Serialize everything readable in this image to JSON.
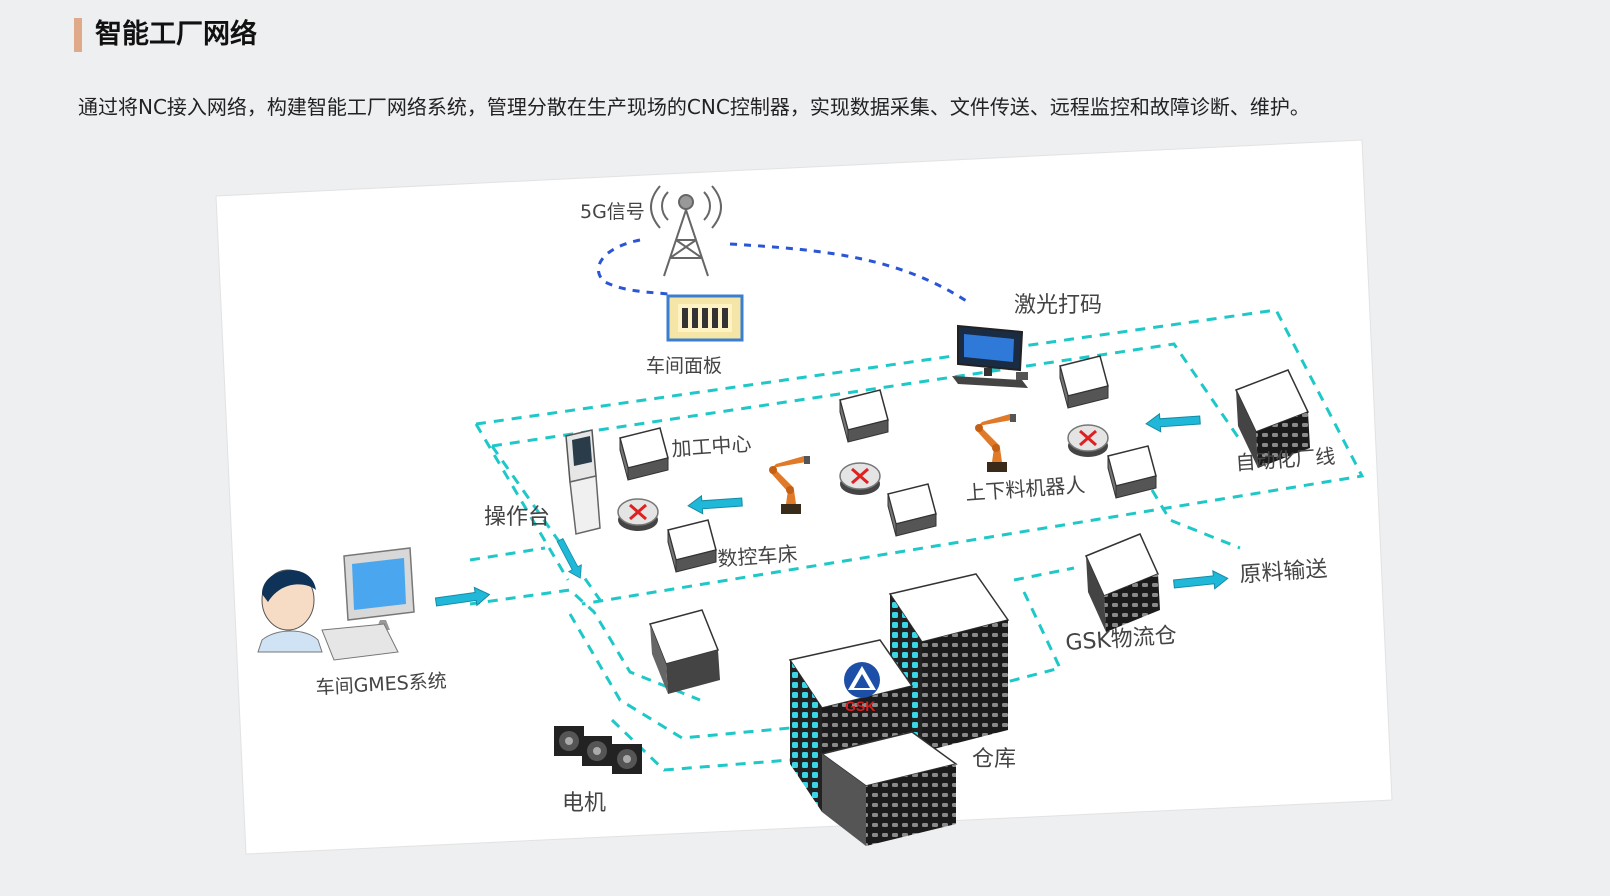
{
  "page": {
    "title": "智能工厂网络",
    "description": "通过将NC接入网络，构建智能工厂网络系统，管理分散在生产现场的CNC控制器，实现数据采集、文件传送、远程监控和故障诊断、维护。"
  },
  "diagram": {
    "labels": {
      "signal": "5G信号",
      "workshop_panel": "车间面板",
      "laser_marking": "激光打码",
      "machining_center": "加工中心",
      "loading_robot": "上下料机器人",
      "automation_line": "自动化厂线",
      "console": "操作台",
      "cnc_lathe": "数控车床",
      "raw_material": "原料输送",
      "gsk_logistics": "GSK物流仓",
      "gmes": "车间GMES系统",
      "warehouse": "仓库",
      "motor": "电机",
      "logo": "GSK"
    },
    "colors": {
      "network_line": "#1ec8c8",
      "wireless_line": "#2a55d4",
      "arrow": "#1fb8d8",
      "router_cross": "#e02020",
      "robot": "#e07a28",
      "logo_blue": "#1d4fa8",
      "logo_red": "#d42020"
    }
  }
}
